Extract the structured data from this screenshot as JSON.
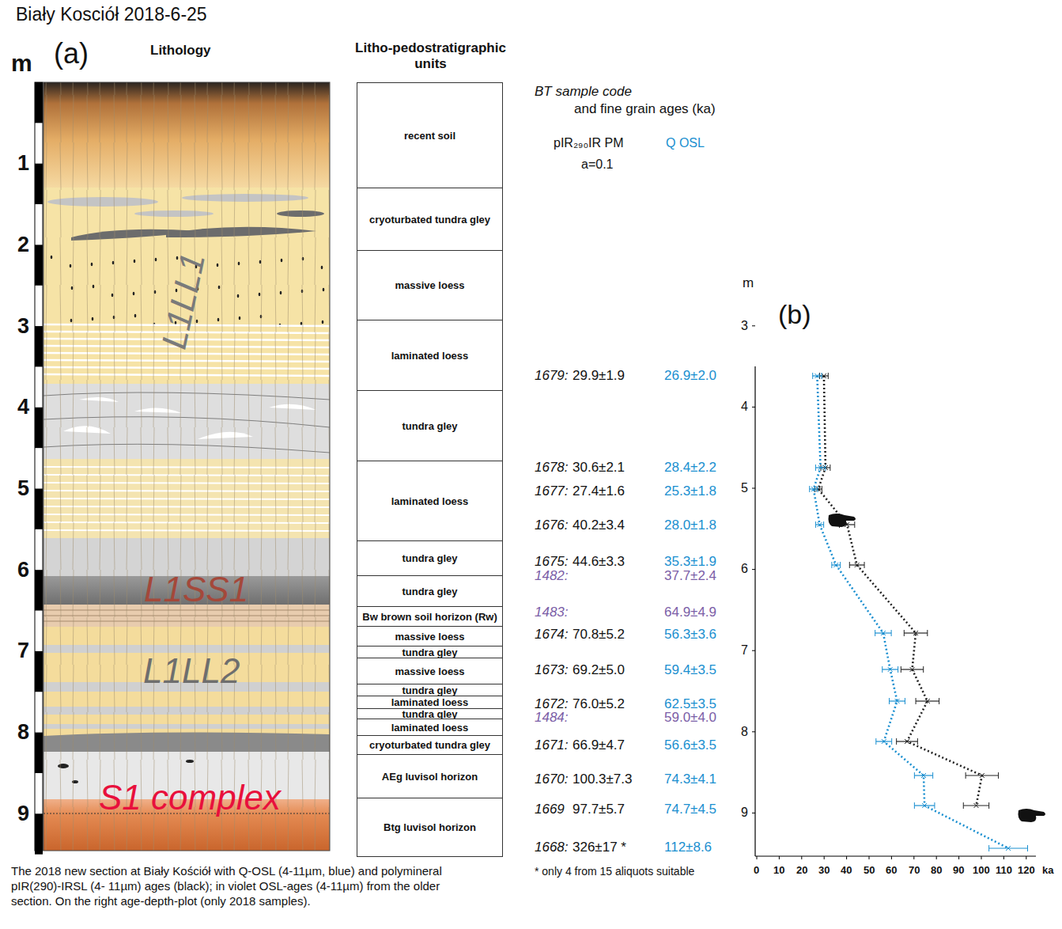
{
  "diagram": {
    "title": "Biały Kosciół 2018-6-25",
    "caption": "The 2018 new section at Biały Kościół with Q-OSL (4-11µm, blue) and polymineral pIR(290)-IRSL (4- 11µm) ages (black); in violet OSL-ages (4-11µm) from the older section. On the right age-depth-plot (only 2018 samples).",
    "nodes": [
      {
        "text": [
          "recent soil"
        ]
      },
      {
        "text": [
          "cryoturbated tundra gley"
        ]
      },
      {
        "text": [
          "massive loess"
        ]
      },
      {
        "text": [
          "laminated loess"
        ]
      },
      {
        "text": [
          "tundra gley"
        ]
      },
      {
        "text": [
          "laminated loess"
        ]
      },
      {
        "text": [
          "tundra gley"
        ]
      },
      {
        "text": [
          "tundra gley"
        ]
      },
      {
        "text": [
          "Bw brown soil horizon (Rw)"
        ]
      },
      {
        "text": [
          "massive loess"
        ]
      },
      {
        "text": [
          "tundra gley"
        ]
      },
      {
        "text": [
          "massive loess"
        ]
      },
      {
        "text": [
          "tundra gley"
        ]
      },
      {
        "text": [
          "laminated loess"
        ]
      },
      {
        "text": [
          "tundra gley"
        ]
      },
      {
        "text": [
          "laminated loess"
        ]
      },
      {
        "text": [
          "cryoturbated tundra gley"
        ]
      },
      {
        "text": [
          "AEg luvisol horizon"
        ]
      },
      {
        "text": [
          "Btg luvisol horizon"
        ]
      }
    ],
    "labels": [
      "m",
      "(a)",
      "Lithology",
      "Litho-pedostratigraphic units",
      "1",
      "2",
      "3",
      "4",
      "5",
      "6",
      "7",
      "8",
      "9",
      "L1LL1",
      "L1SS1",
      "L1LL2",
      "S1 complex",
      "BT sample code",
      "and fine grain ages (ka)",
      "pIR₂₉₀IR PM",
      "a=0.1",
      "Q OSL",
      "1679:",
      "29.9±1.9",
      "26.9±2.0",
      "1678:",
      "30.6±2.1",
      "28.4±2.2",
      "1677:",
      "27.4±1.6",
      "25.3±1.8",
      "1676:",
      "40.2±3.4",
      "28.0±1.8",
      "1675:",
      "44.6±3.3",
      "35.3±1.9",
      "1482:",
      "37.7±2.4",
      "1483:",
      "64.9±4.9",
      "1674:",
      "70.8±5.2",
      "56.3±3.6",
      "1673:",
      "69.2±5.0",
      "59.4±3.5",
      "1672:",
      "76.0±5.2",
      "62.5±3.5",
      "1484:",
      "59.0±4.0",
      "1671:",
      "66.9±4.7",
      "56.6±3.5",
      "1670:",
      "100.3±7.3",
      "74.3±4.1",
      "1669",
      "97.7±5.7",
      "74.7±4.5",
      "1668:",
      "326±17 *",
      "112±8.6",
      "* only 4 from 15 aliquots suitable",
      "m",
      "(b)",
      "3",
      "4",
      "5",
      "6",
      "7",
      "8",
      "9",
      "0",
      "10",
      "20",
      "30",
      "40",
      "50",
      "60",
      "70",
      "80",
      "90",
      "100",
      "110",
      "120",
      "ka"
    ]
  }
}
